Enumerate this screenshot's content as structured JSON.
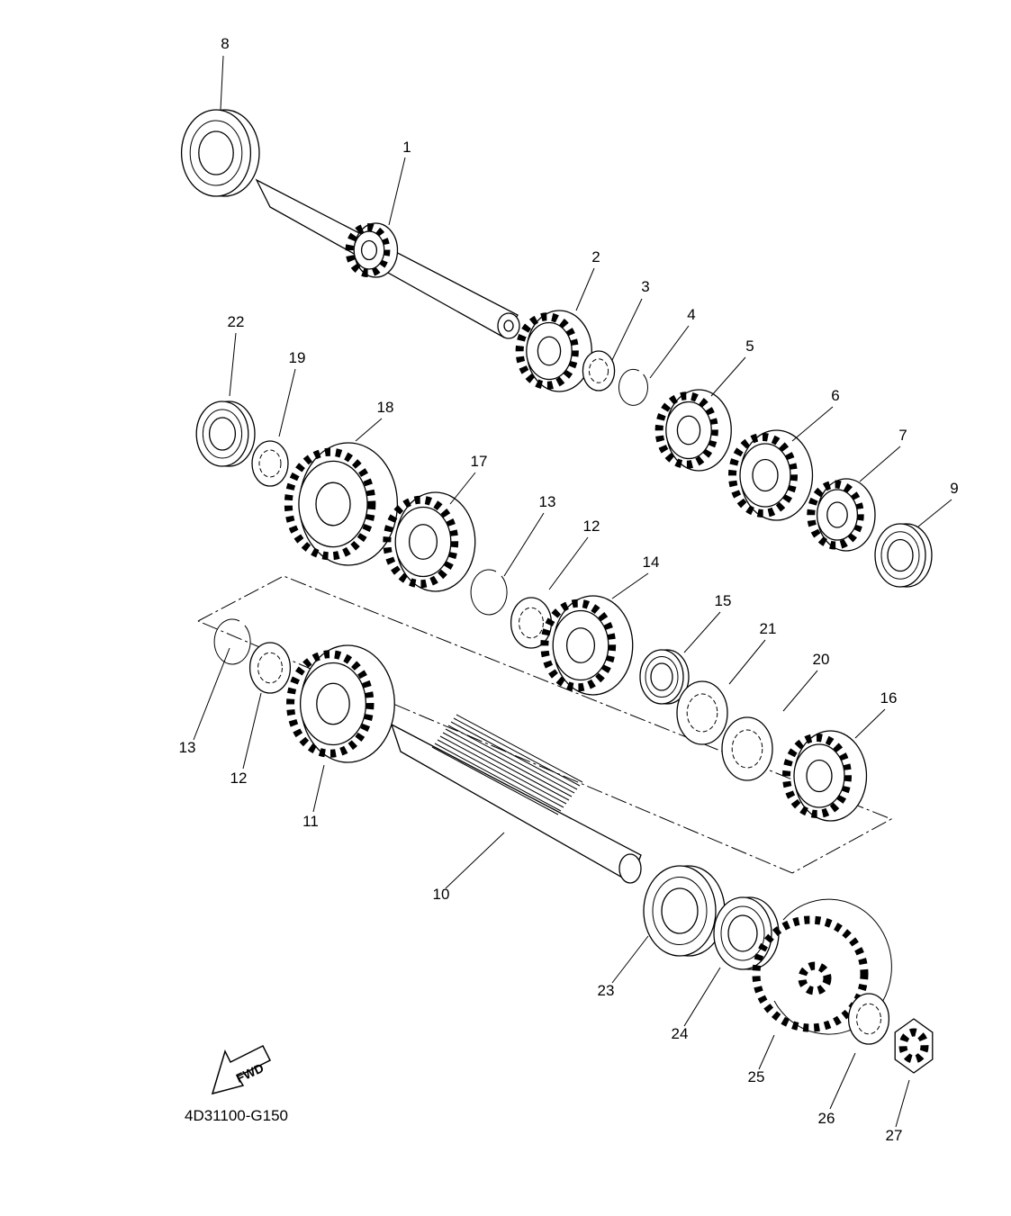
{
  "diagram": {
    "callouts": [
      "8",
      "1",
      "2",
      "3",
      "4",
      "5",
      "6",
      "7",
      "9",
      "22",
      "19",
      "18",
      "17",
      "13",
      "12",
      "14",
      "15",
      "21",
      "20",
      "16",
      "13",
      "12",
      "11",
      "10",
      "23",
      "24",
      "25",
      "26",
      "27"
    ],
    "fwd_label": "FWD",
    "code": "4D31100-G150",
    "line_color": "#000000",
    "background": "#ffffff"
  }
}
